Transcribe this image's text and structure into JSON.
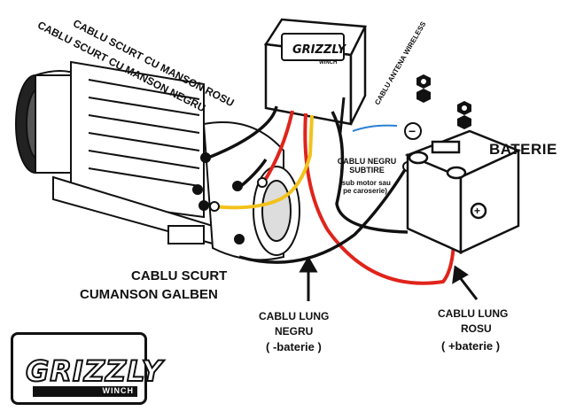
{
  "labels": {
    "short_red": "CABLU SCURT CU MANSON ROSU",
    "short_black": "CABLU SCURT CU MANSON NEGRU",
    "antenna": "CABLU ANTENA WIRELESS",
    "battery": "BATERIE",
    "thin_black_title": "CABLU NEGRU SUBTIRE",
    "thin_black_note": "(sub motor sau pe caroserie)",
    "short_yellow_1": "CABLU SCURT",
    "short_yellow_2": "CUMANSON GALBEN",
    "long_black_1": "CABLU LUNG",
    "long_black_2": "NEGRU",
    "long_black_3": "( -baterie )",
    "long_red_1": "CABLU LUNG",
    "long_red_2": "ROSU",
    "long_red_3": "( +baterie )"
  },
  "control_box_brand": "GRIZZLY",
  "control_box_sub": "WINCH",
  "logo": {
    "brand": "GRIZZLY",
    "sub": "WINCH"
  },
  "battery_terminals": {
    "negative": "−",
    "positive": "+"
  },
  "colors": {
    "red_cable": "#e0241b",
    "yellow_cable": "#f2c21b",
    "black_cable": "#111111",
    "antenna": "#2a7fd4"
  },
  "icons": [
    "winch-drum-icon",
    "control-box-icon",
    "battery-icon",
    "nut-icon",
    "arrow-up-icon"
  ]
}
